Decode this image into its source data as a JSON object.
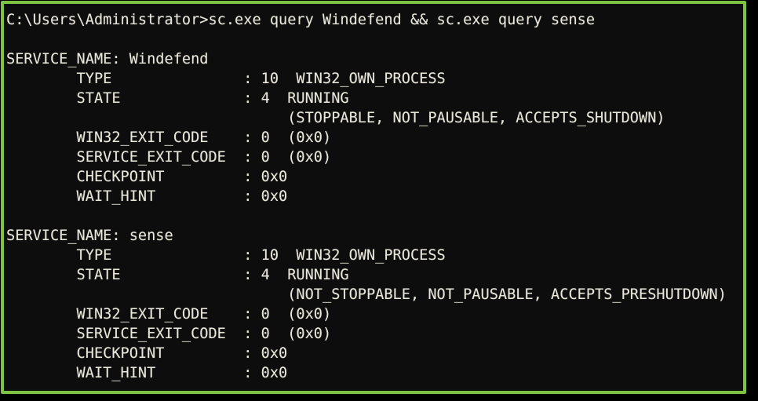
{
  "colors": {
    "outer_background": "#000000",
    "terminal_background": "#0d0d0d",
    "highlight_border": "#7dc242",
    "terminal_text": "#e9e7dc"
  },
  "terminal": {
    "command": "sc.exe query Windefend && sc.exe query sense",
    "prompt_path": "C:\\Users\\Administrator>",
    "lines": [
      "C:\\Users\\Administrator>sc.exe query Windefend && sc.exe query sense",
      "",
      "SERVICE_NAME: Windefend",
      "        TYPE               : 10  WIN32_OWN_PROCESS",
      "        STATE              : 4  RUNNING",
      "                                (STOPPABLE, NOT_PAUSABLE, ACCEPTS_SHUTDOWN)",
      "        WIN32_EXIT_CODE    : 0  (0x0)",
      "        SERVICE_EXIT_CODE  : 0  (0x0)",
      "        CHECKPOINT         : 0x0",
      "        WAIT_HINT          : 0x0",
      "",
      "SERVICE_NAME: sense",
      "        TYPE               : 10  WIN32_OWN_PROCESS",
      "        STATE              : 4  RUNNING",
      "                                (NOT_STOPPABLE, NOT_PAUSABLE, ACCEPTS_PRESHUTDOWN)",
      "        WIN32_EXIT_CODE    : 0  (0x0)",
      "        SERVICE_EXIT_CODE  : 0  (0x0)",
      "        CHECKPOINT         : 0x0",
      "        WAIT_HINT          : 0x0"
    ],
    "services": [
      {
        "service_name": "Windefend",
        "type": "10  WIN32_OWN_PROCESS",
        "state": "4  RUNNING",
        "state_flags": "(STOPPABLE, NOT_PAUSABLE, ACCEPTS_SHUTDOWN)",
        "win32_exit_code": "0  (0x0)",
        "service_exit_code": "0  (0x0)",
        "checkpoint": "0x0",
        "wait_hint": "0x0"
      },
      {
        "service_name": "sense",
        "type": "10  WIN32_OWN_PROCESS",
        "state": "4  RUNNING",
        "state_flags": "(NOT_STOPPABLE, NOT_PAUSABLE, ACCEPTS_PRESHUTDOWN)",
        "win32_exit_code": "0  (0x0)",
        "service_exit_code": "0  (0x0)",
        "checkpoint": "0x0",
        "wait_hint": "0x0"
      }
    ]
  }
}
